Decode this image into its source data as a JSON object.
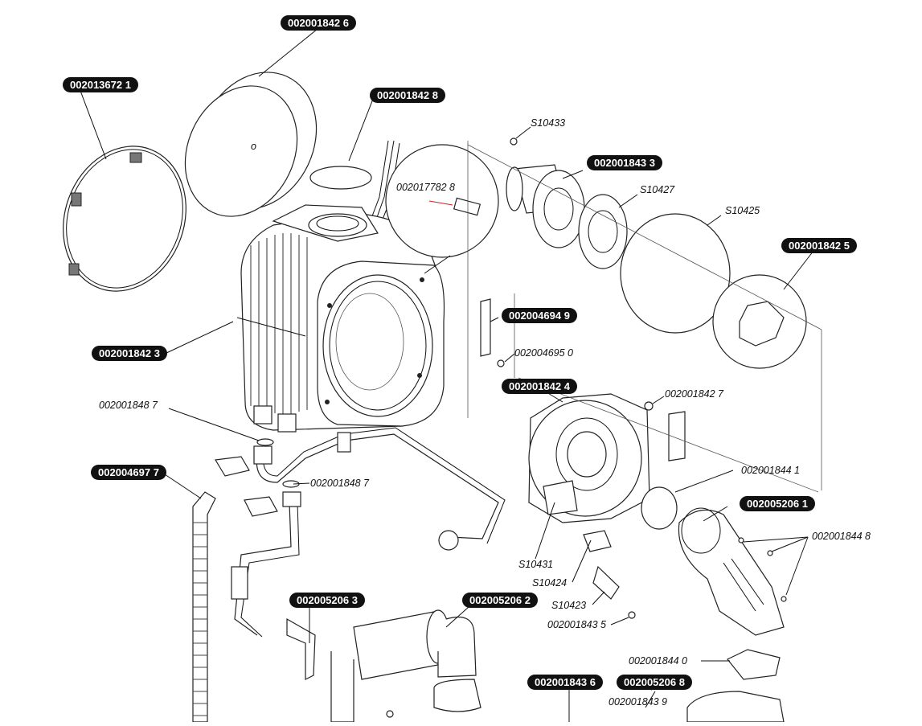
{
  "labels": {
    "p_0020018426": "002001842 6",
    "p_0020136721": "002013672 1",
    "p_0020018428": "002001842 8",
    "p_0020018433": "002001843 3",
    "p_0020018425": "002001842 5",
    "p_0020046949": "002004694 9",
    "p_0020018423": "002001842 3",
    "p_0020018424": "002001842 4",
    "p_0020046977": "002004697 7",
    "p_0020052061": "002005206 1",
    "p_0020052063": "002005206 3",
    "p_0020052062": "002005206 2",
    "p_0020018436": "002001843 6",
    "p_0020052068": "002005206 8",
    "t_0020177828": "002017782 8",
    "t_S10433": "S10433",
    "t_S10427": "S10427",
    "t_S10425": "S10425",
    "t_0020046950": "002004695 0",
    "t_0020018427": "002001842 7",
    "t_0020018487_a": "002001848 7",
    "t_0020018487_b": "002001848 7",
    "t_0020018441": "002001844 1",
    "t_0020018448": "002001844 8",
    "t_S10431": "S10431",
    "t_S10424": "S10424",
    "t_S10423": "S10423",
    "t_0020018435": "002001843 5",
    "t_0020018440": "002001844 0",
    "t_0020018439": "002001843 9",
    "t_cover_mark": "o"
  }
}
